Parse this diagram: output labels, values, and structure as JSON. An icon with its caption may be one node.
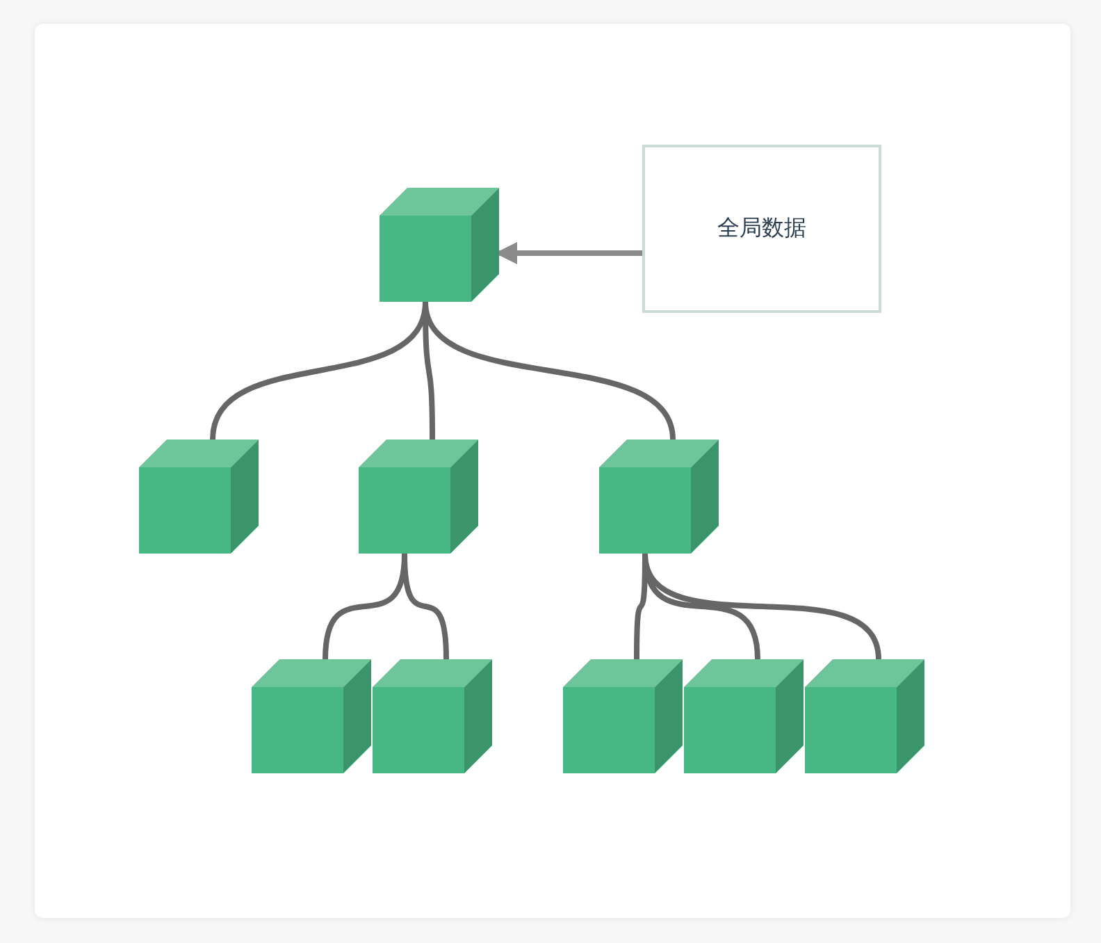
{
  "diagram": {
    "nodes": [
      {
        "text": [],
        "shape": "cube"
      },
      {
        "text": [
          "全局数据"
        ]
      },
      {
        "text": [],
        "shape": "cube"
      },
      {
        "text": [],
        "shape": "cube"
      },
      {
        "text": [],
        "shape": "cube"
      },
      {
        "text": [],
        "shape": "cube"
      },
      {
        "text": [],
        "shape": "cube"
      },
      {
        "text": [],
        "shape": "cube"
      },
      {
        "text": [],
        "shape": "cube"
      },
      {
        "text": [],
        "shape": "cube"
      }
    ],
    "edges": [
      {
        "from": 1,
        "to": 0,
        "arrow": "to",
        "color": "#8a8a8a"
      },
      {
        "from": 0,
        "to": 2,
        "arrow": "none"
      },
      {
        "from": 0,
        "to": 3,
        "arrow": "none"
      },
      {
        "from": 0,
        "to": 4,
        "arrow": "none"
      },
      {
        "from": 3,
        "to": 5,
        "arrow": "none"
      },
      {
        "from": 3,
        "to": 6,
        "arrow": "none"
      },
      {
        "from": 4,
        "to": 7,
        "arrow": "none"
      },
      {
        "from": 4,
        "to": 8,
        "arrow": "none"
      },
      {
        "from": 4,
        "to": 9,
        "arrow": "none"
      }
    ]
  }
}
